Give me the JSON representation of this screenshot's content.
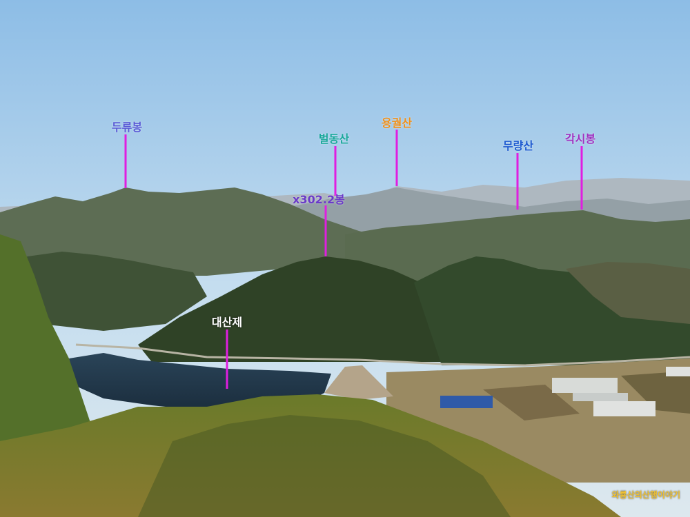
{
  "colors": {
    "pointer_line": "#e01ee0",
    "label_durubong": "#5a5ad6",
    "label_beoldongsan": "#1aa89a",
    "label_yonggwolsan": "#f0901a",
    "label_muryangsan": "#1e5ad0",
    "label_gaksibong": "#a030c0",
    "label_x302": "#6a3ac8",
    "label_daesanje": "#ffffff",
    "watermark": "#f2c230"
  },
  "labels": {
    "durubong": "두류봉",
    "beoldongsan": "벌동산",
    "yonggwolsan": "용궐산",
    "muryangsan": "무량산",
    "gaksibong": "각시봉",
    "x302": "x302.2봉",
    "daesanje": "대산제"
  },
  "watermark": "와룡산의산행이야기"
}
